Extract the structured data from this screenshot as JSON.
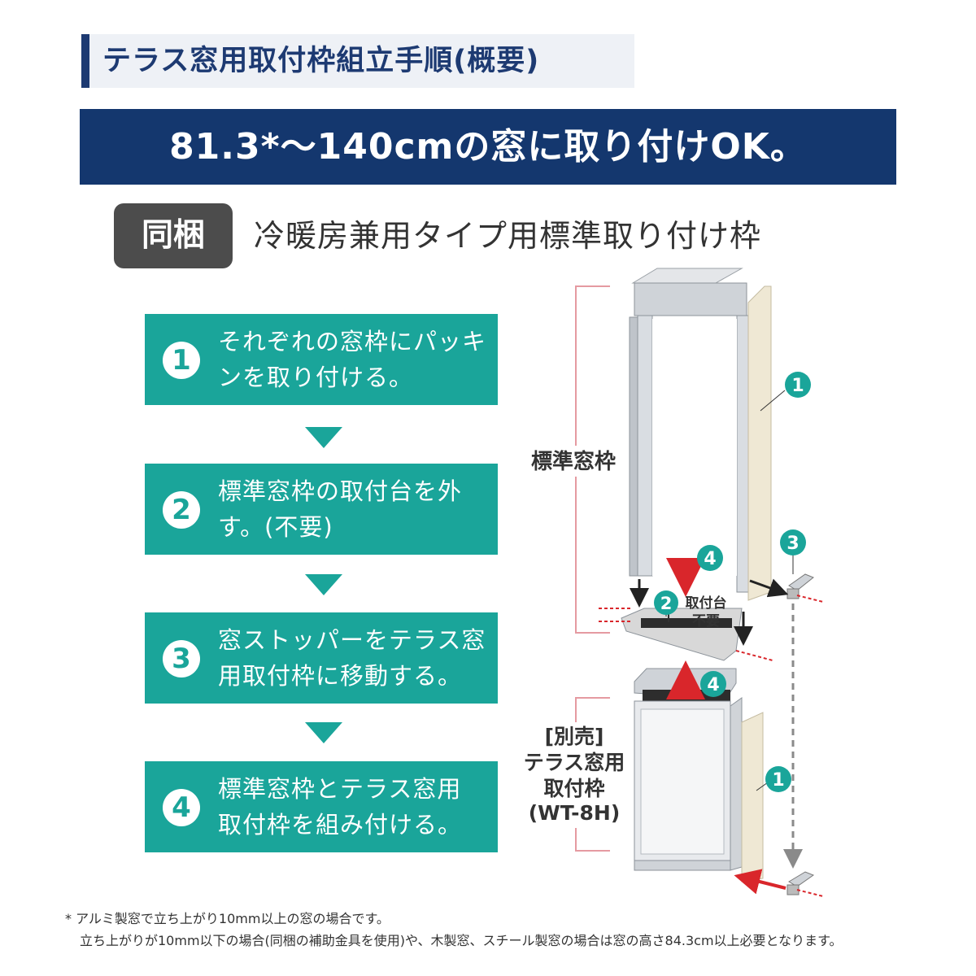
{
  "header": {
    "title": "テラス窓用取付枠組立手順(概要)"
  },
  "banner": {
    "text": "81.3*～140cmの窓に取り付けOK。"
  },
  "bundle": {
    "badge": "同梱",
    "title": "冷暖房兼用タイプ用標準取り付け枠"
  },
  "steps": [
    {
      "num": "1",
      "line1": "それぞれの窓枠にパッキ",
      "line2": "ンを取り付ける。"
    },
    {
      "num": "2",
      "line1": "標準窓枠の取付台を外",
      "line2": "す。(不要)"
    },
    {
      "num": "3",
      "line1": "窓ストッパーをテラス窓",
      "line2": "用取付枠に移動する。"
    },
    {
      "num": "4",
      "line1": "標準窓枠とテラス窓用",
      "line2": "取付枠を組み付ける。"
    }
  ],
  "diagram": {
    "standard_frame_label": "標準窓枠",
    "optional_label": [
      "[別売]",
      "テラス窓用",
      "取付枠",
      "(WT-8H)"
    ],
    "mount_note": [
      "取付台",
      "不要"
    ],
    "callouts": [
      "1",
      "2",
      "3",
      "4",
      "4",
      "1"
    ]
  },
  "footnote": {
    "line1": "*  アルミ製窓で立ち上がり10mm以上の窓の場合です。",
    "line2": "立ち上がりが10mm以下の場合(同梱の補助金具を使用)や、木製窓、スチール製窓の場合は窓の高さ84.3cm以上必要となります。"
  },
  "colors": {
    "navy": "#14376e",
    "teal": "#1aa59a",
    "badge_gray": "#4c4c4c",
    "red": "#d9262b"
  }
}
